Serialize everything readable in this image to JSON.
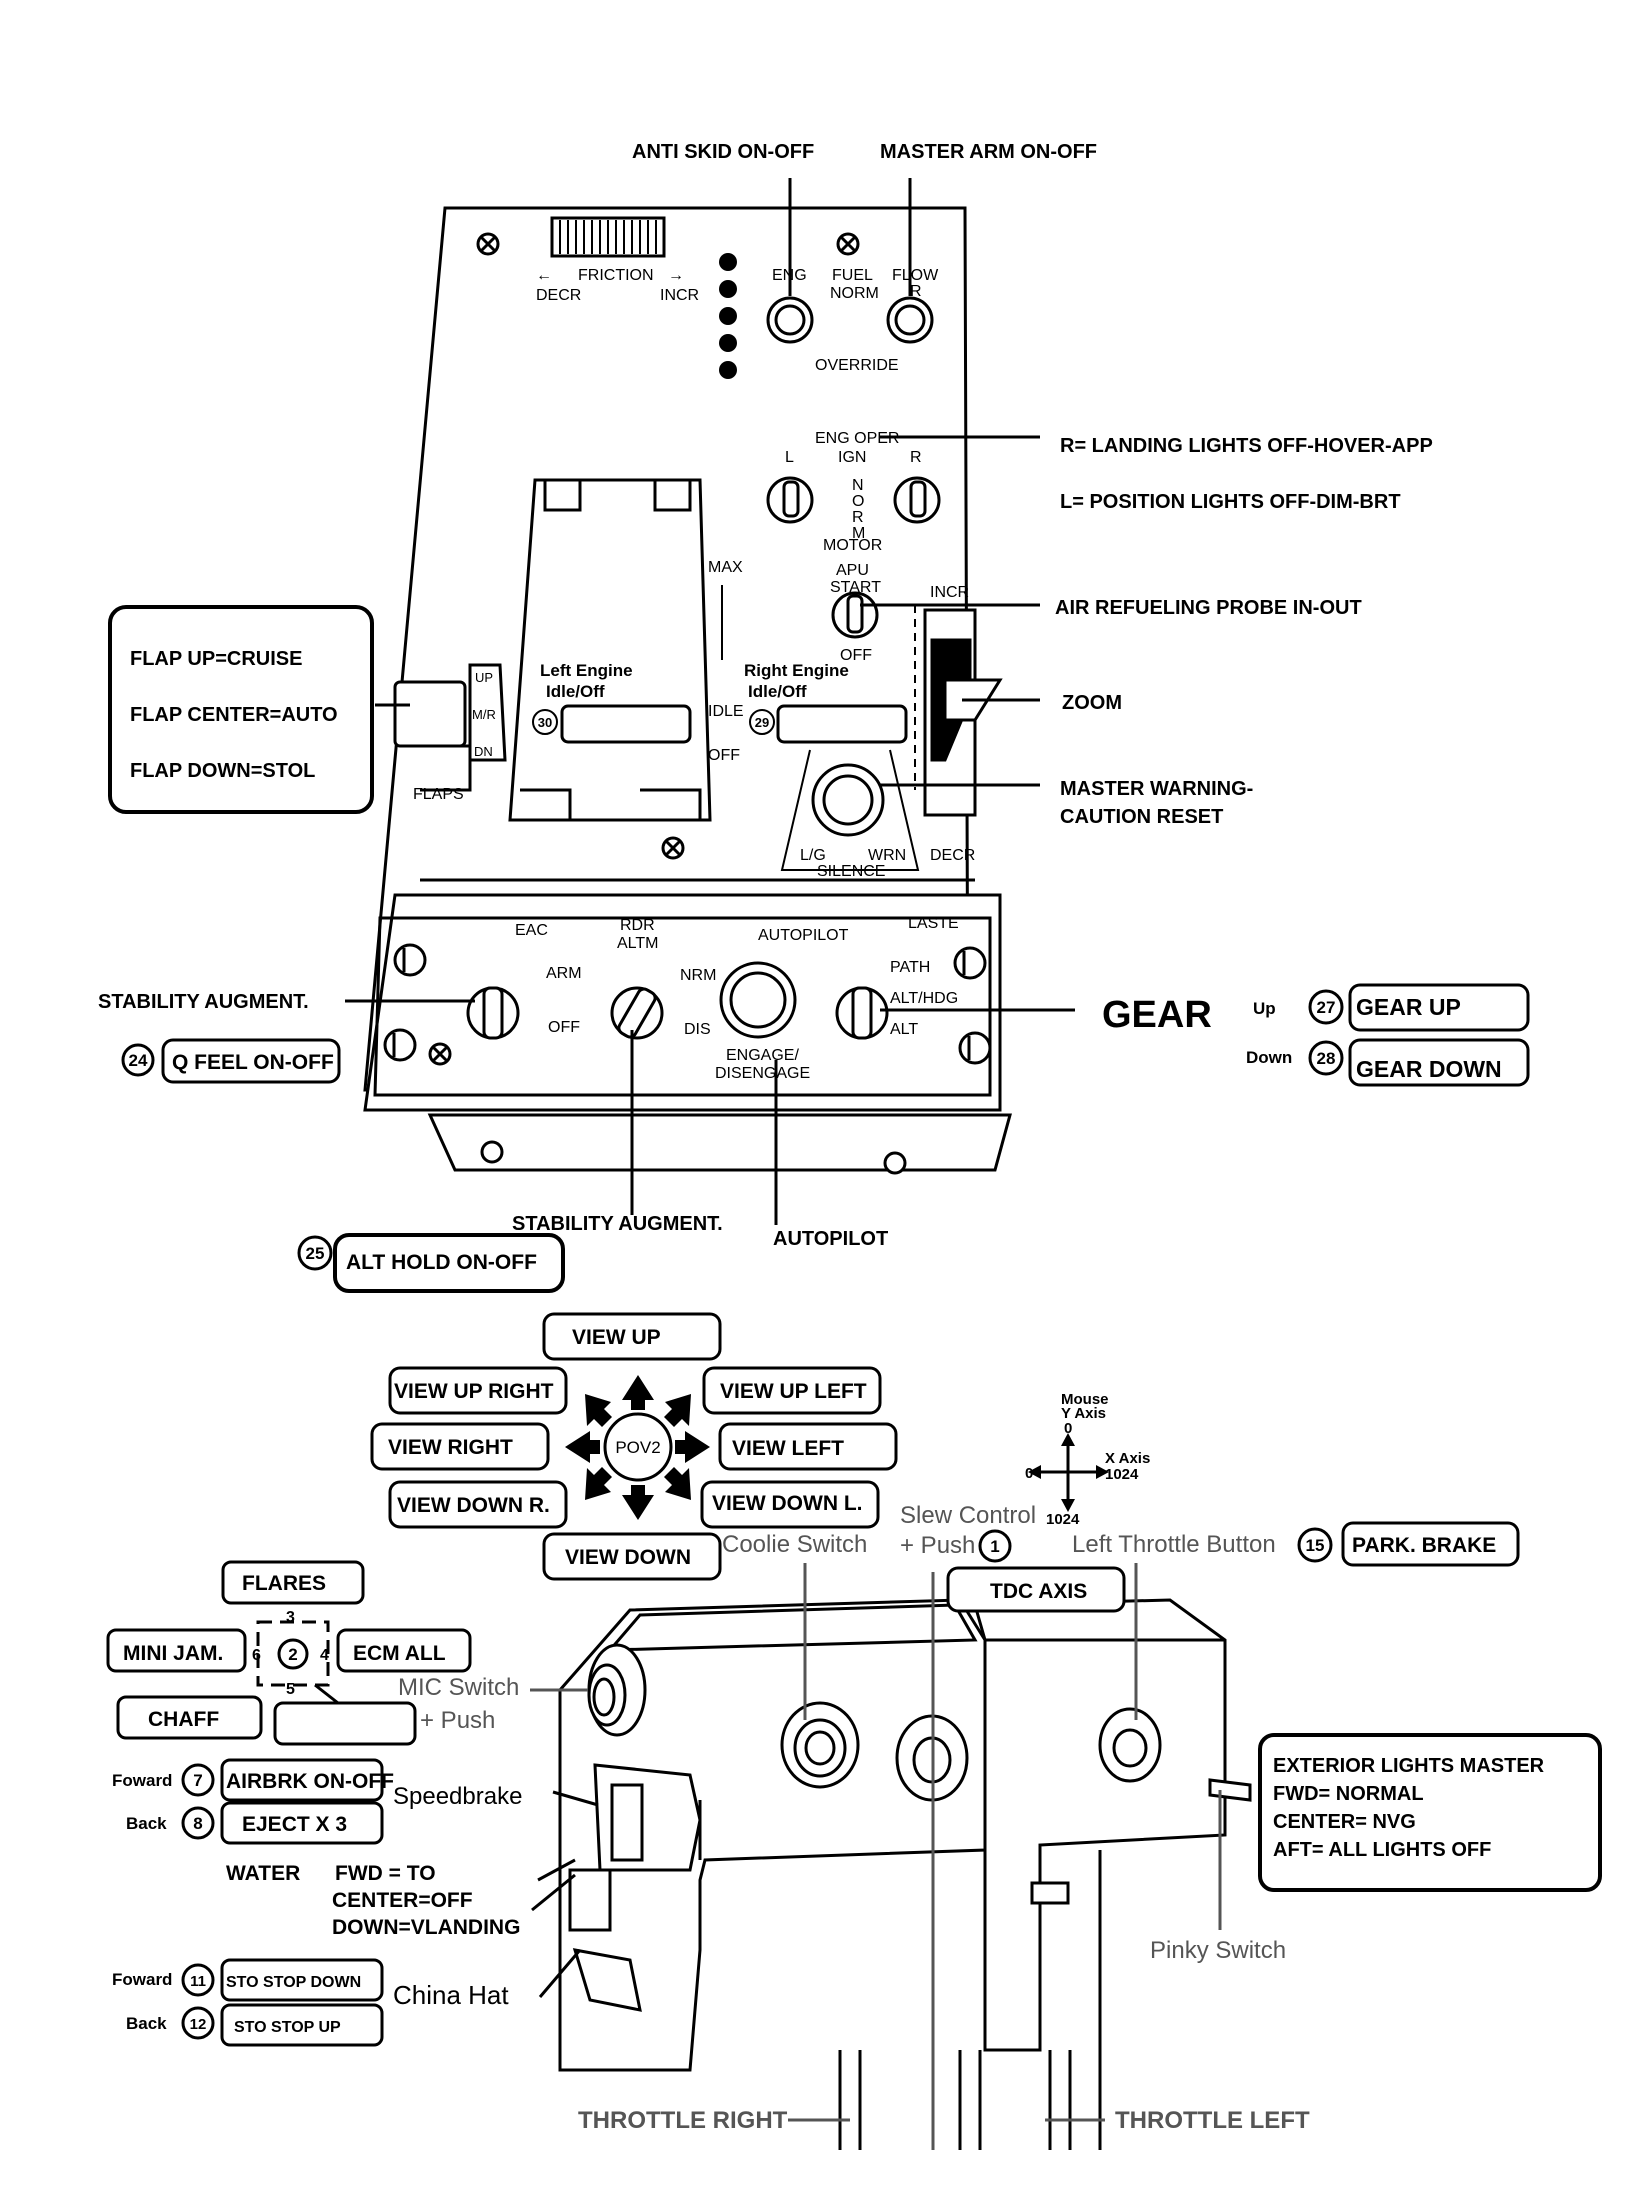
{
  "top_labels": {
    "anti_skid": "ANTI SKID ON-OFF",
    "master_arm": "MASTER ARM ON-OFF",
    "landing_lights": "R= LANDING LIGHTS OFF-HOVER-APP",
    "position_lights": "L= POSITION LIGHTS OFF-DIM-BRT",
    "air_refuel": "AIR REFUELING PROBE IN-OUT",
    "zoom": "ZOOM",
    "master_warning_1": "MASTER WARNING-",
    "master_warning_2": "CAUTION RESET",
    "stability_left": "STABILITY AUGMENT.",
    "stability_bottom": "STABILITY AUGMENT.",
    "autopilot_bottom": "AUTOPILOT",
    "gear": "GEAR",
    "gear_up_word": "Up",
    "gear_down_word": "Down"
  },
  "flap_box": [
    "FLAP UP=CRUISE",
    "FLAP CENTER=AUTO",
    "FLAP DOWN=STOL"
  ],
  "panel": {
    "friction": "FRICTION",
    "decr": "DECR",
    "incr": "INCR",
    "eng": "ENG",
    "fuel": "FUEL",
    "norm": "NORM",
    "flow": "FLOW",
    "r": "R",
    "l": "L",
    "override": "OVERRIDE",
    "eng_oper": "ENG OPER",
    "ign": "IGN",
    "norm_vertical": [
      "N",
      "O",
      "R",
      "M"
    ],
    "motor": "MOTOR",
    "max": "MAX",
    "apu": "APU",
    "start": "START",
    "off": "OFF",
    "incr2": "INCR",
    "idle": "IDLE",
    "left_engine_1": "Left Engine",
    "left_engine_2": "Idle/Off",
    "right_engine_1": "Right Engine",
    "right_engine_2": "Idle/Off",
    "flaps": "FLAPS",
    "flap_up": "UP",
    "flap_mr": "M/R",
    "flap_dn": "DN",
    "lg": "L/G",
    "wrn": "WRN",
    "silence": "SILENCE",
    "decr2": "DECR",
    "eac": "EAC",
    "rdr": "RDR",
    "altm": "ALTM",
    "autopilot": "AUTOPILOT",
    "laste": "LASTE",
    "arm": "ARM",
    "off2": "OFF",
    "nrm": "NRM",
    "dis": "DIS",
    "path": "PATH",
    "alt_hdg": "ALT/HDG",
    "alt": "ALT",
    "engage": "ENGAGE/",
    "disengage": "DISENGAGE"
  },
  "numbered_boxes": {
    "n30": "30",
    "n29": "29",
    "n24": "24",
    "q_feel": "Q FEEL ON-OFF",
    "n27": "27",
    "gear_up": "GEAR UP",
    "n28": "28",
    "gear_down": "GEAR DOWN",
    "n25": "25",
    "alt_hold": "ALT HOLD ON-OFF"
  },
  "pov": {
    "center": "POV2",
    "up": "VIEW UP",
    "up_right": "VIEW UP RIGHT",
    "up_left": "VIEW UP LEFT",
    "right": "VIEW RIGHT",
    "left": "VIEW LEFT",
    "down_r": "VIEW DOWN R.",
    "down_l": "VIEW DOWN L.",
    "down": "VIEW DOWN"
  },
  "mouse_axis": {
    "title_1": "Mouse",
    "title_2": "Y Axis",
    "y0": "0",
    "x_label": "X Axis",
    "x0": "0",
    "x1024": "1024",
    "y1024": "1024"
  },
  "throttle": {
    "slew_1": "Slew Control",
    "slew_2": "+ Push",
    "n1": "1",
    "coolie": "Coolie Switch",
    "left_btn": "Left Throttle Button",
    "n15": "15",
    "park_brake": "PARK. BRAKE",
    "tdc": "TDC AXIS",
    "flares": "FLARES",
    "mini_jam": "MINI JAM.",
    "ecm_all": "ECM ALL",
    "chaff": "CHAFF",
    "hat_center": "2",
    "hat_3": "3",
    "hat_4": "4",
    "hat_5": "5",
    "hat_6": "6",
    "mic_switch": "MIC Switch",
    "mic_push": "+ Push",
    "foward_1": "Foward",
    "n7": "7",
    "airbrk": "AIRBRK ON-OFF",
    "back_1": "Back",
    "n8": "8",
    "eject": "EJECT X 3",
    "speedbrake": "Speedbrake",
    "water": "WATER",
    "water_fwd": "FWD = TO",
    "water_center": "CENTER=OFF",
    "water_down": "DOWN=VLANDING",
    "foward_2": "Foward",
    "n11": "11",
    "sto_down": "STO STOP DOWN",
    "back_2": "Back",
    "n12": "12",
    "sto_up": "STO STOP UP",
    "china_hat": "China Hat",
    "ext_lights": [
      "EXTERIOR LIGHTS MASTER",
      "FWD= NORMAL",
      "CENTER= NVG",
      "AFT= ALL LIGHTS OFF"
    ],
    "pinky": "Pinky Switch",
    "throttle_right": "THROTTLE RIGHT",
    "throttle_left": "THROTTLE LEFT"
  }
}
